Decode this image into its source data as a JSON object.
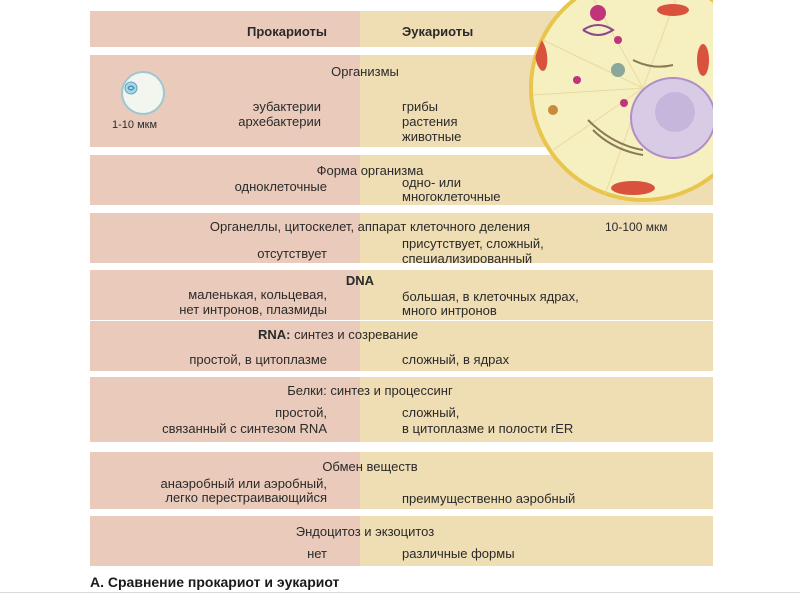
{
  "header": {
    "left": "Прокариоты",
    "right": "Эукариоты"
  },
  "organisms": {
    "title": "Организмы",
    "prokaryotes": [
      "эубактерии",
      "архебактерии"
    ],
    "eukaryotes": [
      "грибы",
      "растения",
      "животные"
    ],
    "prokaryote_size": "1-10 мкм"
  },
  "form": {
    "title": "Форма организма",
    "left": "одноклеточные",
    "right": [
      "одно- или",
      "многоклеточные"
    ]
  },
  "organelles": {
    "title": "Органеллы, цитоскелет, аппарат клеточного деления",
    "left": "отсутствует",
    "right": [
      "присутствует, сложный,",
      "специализированный"
    ],
    "eukaryote_size": "10-100 мкм"
  },
  "dna": {
    "title": "DNA",
    "left": [
      "маленькая, кольцевая,",
      "нет интронов, плазмиды"
    ],
    "right": [
      "большая, в клеточных ядрах,",
      "много интронов"
    ]
  },
  "rna": {
    "title_prefix": "RNA:",
    "title_rest": " синтез и созревание",
    "left": "простой, в цитоплазме",
    "right": "сложный, в ядрах"
  },
  "proteins": {
    "title": "Белки: синтез и процессинг",
    "left": [
      "простой,",
      "связанный с  синтезом RNA"
    ],
    "right": [
      "сложный,",
      "в цитоплазме и полости rER"
    ]
  },
  "metabolism": {
    "title": "Обмен веществ",
    "left": [
      "анаэробный или аэробный,",
      "легко перестраивающийся"
    ],
    "right": "преимущественно аэробный"
  },
  "endocytosis": {
    "title": "Эндоцитоз и экзоцитоз",
    "left": "нет",
    "right": "различные формы"
  },
  "caption": "A. Сравнение прокариот и эукариот",
  "colors": {
    "prokaryote_bg": "#eacbbb",
    "eukaryote_bg": "#efddb4",
    "cell_fill": "#f6efc0",
    "cell_border": "#e8c64e",
    "nucleus": "#d7cbe6",
    "mitochondria": "#d9533c"
  }
}
